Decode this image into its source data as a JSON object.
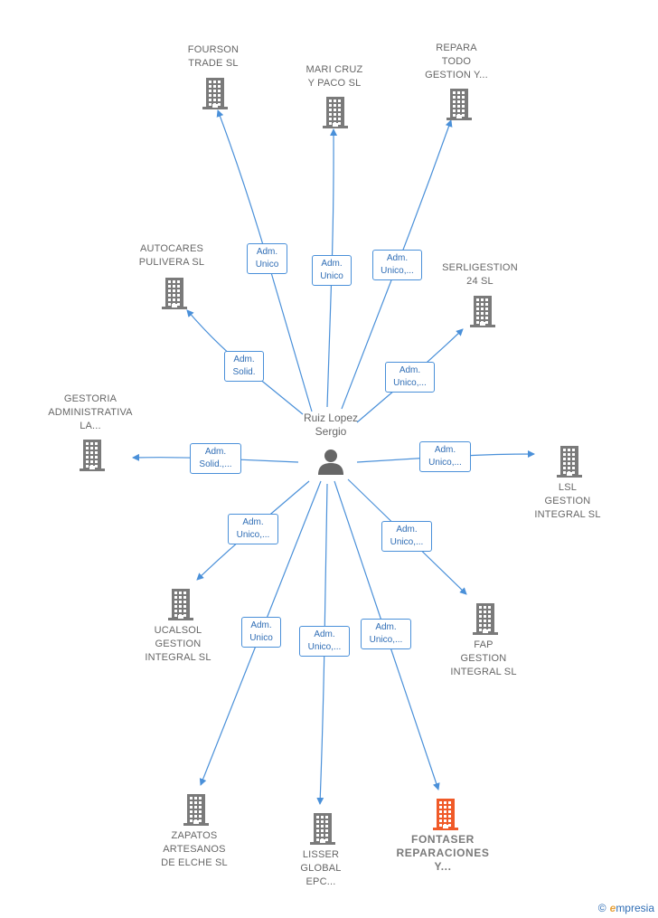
{
  "center": {
    "label": "Ruiz Lopez\nSergio",
    "icon": "person-icon"
  },
  "colors": {
    "edge": "#4a90d9",
    "building": "#7a7a7a",
    "highlight": "#f05a28"
  },
  "nodes": [
    {
      "id": "fourson",
      "label": "FOURSON\nTRADE  SL",
      "relation": "Adm.\nUnico"
    },
    {
      "id": "maricruz",
      "label": "MARI CRUZ\nY PACO  SL",
      "relation": "Adm.\nUnico"
    },
    {
      "id": "repara",
      "label": "REPARA\nTODO\nGESTION Y...",
      "relation": "Adm.\nUnico,..."
    },
    {
      "id": "autocares",
      "label": "AUTOCARES\nPULIVERA SL",
      "relation": "Adm.\nSolid."
    },
    {
      "id": "serligestion",
      "label": "SERLIGESTION\n24  SL",
      "relation": "Adm.\nUnico,..."
    },
    {
      "id": "gestoria",
      "label": "GESTORIA\nADMINISTRATIVA\nLA...",
      "relation": "Adm.\nSolid.,..."
    },
    {
      "id": "lsl",
      "label": "LSL\nGESTION\nINTEGRAL  SL",
      "relation": "Adm.\nUnico,..."
    },
    {
      "id": "ucalsol",
      "label": "UCALSOL\nGESTION\nINTEGRAL  SL",
      "relation": "Adm.\nUnico,..."
    },
    {
      "id": "fap",
      "label": "FAP\nGESTION\nINTEGRAL  SL",
      "relation": "Adm.\nUnico,..."
    },
    {
      "id": "zapatos",
      "label": "ZAPATOS\nARTESANOS\nDE ELCHE SL",
      "relation": "Adm.\nUnico"
    },
    {
      "id": "lisser",
      "label": "LISSER\nGLOBAL\nEPC...",
      "relation": "Adm.\nUnico,..."
    },
    {
      "id": "fontaser",
      "label": "FONTASER\nREPARACIONES\nY...",
      "relation": "Adm.\nUnico,...",
      "highlight": true
    }
  ],
  "footer": {
    "copyright": "©",
    "brand_e": "e",
    "brand_rest": "mpresia"
  }
}
